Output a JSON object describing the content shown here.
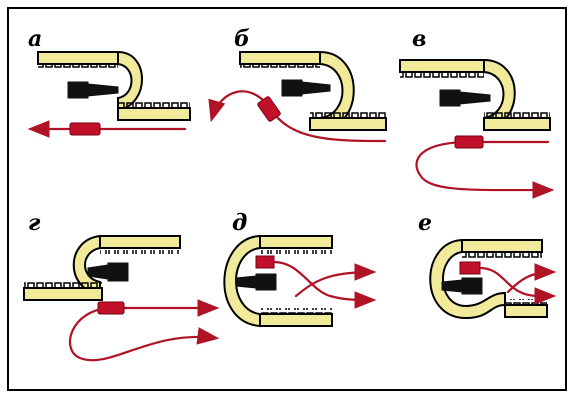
{
  "figure": {
    "frame_color": "#000000",
    "tape_color": "#f1ea9a",
    "cable_color": "#b01226",
    "panels": [
      {
        "id": "a",
        "label": "а"
      },
      {
        "id": "b",
        "label": "б"
      },
      {
        "id": "v",
        "label": "в"
      },
      {
        "id": "g",
        "label": "г"
      },
      {
        "id": "d",
        "label": "д"
      },
      {
        "id": "e",
        "label": "е"
      }
    ]
  }
}
